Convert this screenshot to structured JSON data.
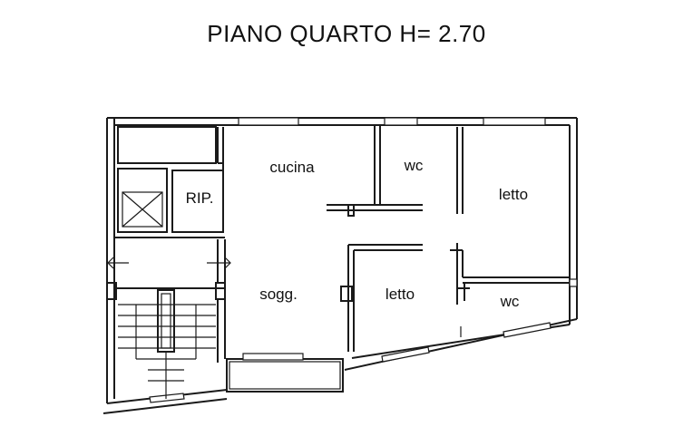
{
  "title": "PIANO QUARTO H= 2.70",
  "rooms": {
    "cucina": "cucina",
    "wc_top": "wc",
    "letto_right": "letto",
    "rip": "RIP.",
    "sogg": "sogg.",
    "letto_center": "letto",
    "wc_bottom": "wc"
  }
}
